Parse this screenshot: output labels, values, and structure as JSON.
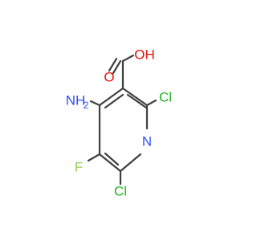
{
  "molecule": {
    "labels": {
      "oxygen_carbonyl": "O",
      "hydroxyl": "OH",
      "amino": "NH",
      "amino_subscript": "2",
      "chlorine_2": "Cl",
      "chlorine_6": "Cl",
      "fluorine": "F",
      "ring_nitrogen": "N"
    },
    "colors": {
      "oxygen": "#e8130c",
      "nitrogen": "#3050f8",
      "chlorine": "#1fb31f",
      "fluorine": "#90d050",
      "carbon_bond": "#404040"
    }
  }
}
